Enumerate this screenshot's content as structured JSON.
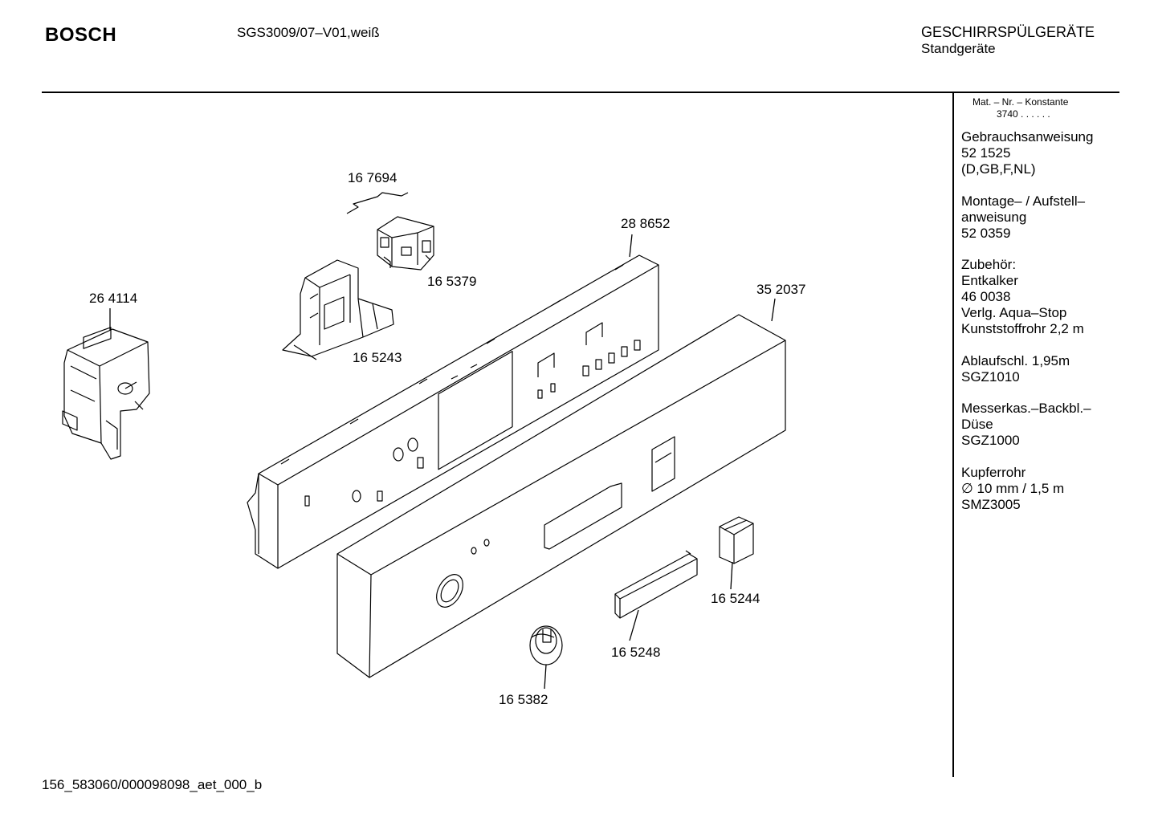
{
  "header": {
    "brand": "BOSCH",
    "model": "SGS3009/07–V01,weiß",
    "category": "GESCHIRRSPÜLGERÄTE",
    "subcategory": "Standgeräte"
  },
  "sidebar": {
    "mat_title": "Mat. – Nr. – Konstante",
    "mat_value": "3740 . .   . . . .",
    "blocks": [
      {
        "lines": [
          "Gebrauchsanweisung",
          "52 1525",
          "(D,GB,F,NL)"
        ]
      },
      {
        "lines": [
          "Montage– / Aufstell–",
          "anweisung",
          "52 0359"
        ]
      },
      {
        "lines": [
          "Zubehör:",
          "Entkalker",
          "46 0038",
          "Verlg. Aqua–Stop",
          "Kunststoffrohr 2,2 m"
        ]
      },
      {
        "lines": [
          "Ablaufschl. 1,95m",
          "SGZ1010"
        ]
      },
      {
        "lines": [
          "Messerkas.–Backbl.–",
          "Düse",
          "SGZ1000"
        ]
      },
      {
        "lines": [
          "Kupferrohr",
          "∅ 10 mm / 1,5 m",
          "SMZ3005"
        ]
      }
    ]
  },
  "parts": {
    "p167694": "16 7694",
    "p288652": "28 8652",
    "p165379": "16 5379",
    "p264114": "26 4114",
    "p352037": "35 2037",
    "p165243": "16 5243",
    "p165244": "16 5244",
    "p165248": "16 5248",
    "p165382": "16 5382"
  },
  "footer": {
    "code": "156_583060/000098098_aet_000_b"
  }
}
